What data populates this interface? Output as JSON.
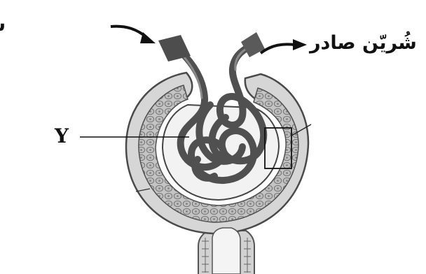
{
  "labels": {
    "afferent": "شُريّن وارد",
    "efferent": "شُريّن صادر",
    "pointer": "Y"
  },
  "colors": {
    "ink": "#111111",
    "vessel": "#555555",
    "capsule_fill": "#d4d4d4",
    "cell_fill": "#c2c2c2",
    "cell_line": "#6a6a6a"
  },
  "icons": {
    "afferent_arrow": "curved-arrow-right-down",
    "efferent_arrow": "curved-arrow-right-up"
  }
}
